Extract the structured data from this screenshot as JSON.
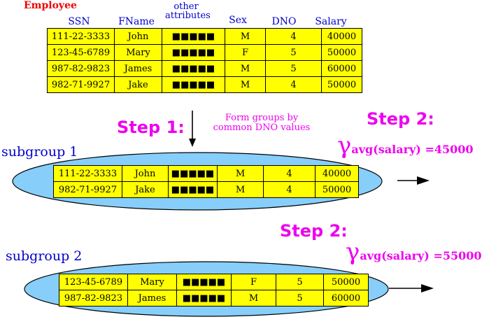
{
  "employee": {
    "title": "Employee",
    "columns": [
      "SSN",
      "FName",
      "other attributes",
      "Sex",
      "DNO",
      "Salary"
    ],
    "rows": [
      [
        "111-22-3333",
        "John",
        "■■■■■",
        "M",
        "4",
        "40000"
      ],
      [
        "123-45-6789",
        "Mary",
        "■■■■■",
        "F",
        "5",
        "50000"
      ],
      [
        "987-82-9823",
        "James",
        "■■■■■",
        "M",
        "5",
        "60000"
      ],
      [
        "982-71-9927",
        "Jake",
        "■■■■■",
        "M",
        "4",
        "50000"
      ]
    ]
  },
  "step1": {
    "label": "Step 1:",
    "note_line1": "Form groups by",
    "note_line2": "common DNO values"
  },
  "subgroup1": {
    "label": "subgroup 1",
    "step_label": "Step 2:",
    "gamma_symbol": "γ",
    "gamma_sub": "avg(salary) =45000",
    "rows": [
      [
        "111-22-3333",
        "John",
        "■■■■■",
        "M",
        "4",
        "40000"
      ],
      [
        "982-71-9927",
        "Jake",
        "■■■■■",
        "M",
        "4",
        "50000"
      ]
    ]
  },
  "subgroup2": {
    "label": "subgroup 2",
    "step_label": "Step 2:",
    "gamma_symbol": "γ",
    "gamma_sub": "avg(salary) =55000",
    "rows": [
      [
        "123-45-6789",
        "Mary",
        "■■■■■",
        "F",
        "5",
        "50000"
      ],
      [
        "987-82-9823",
        "James",
        "■■■■■",
        "M",
        "5",
        "60000"
      ]
    ]
  },
  "colors": {
    "table_fill": "#ffff00",
    "ellipse_fill": "#87cefa",
    "header_text": "#0000cc",
    "step_text": "#ee00ee",
    "title_text": "#ee0000"
  }
}
